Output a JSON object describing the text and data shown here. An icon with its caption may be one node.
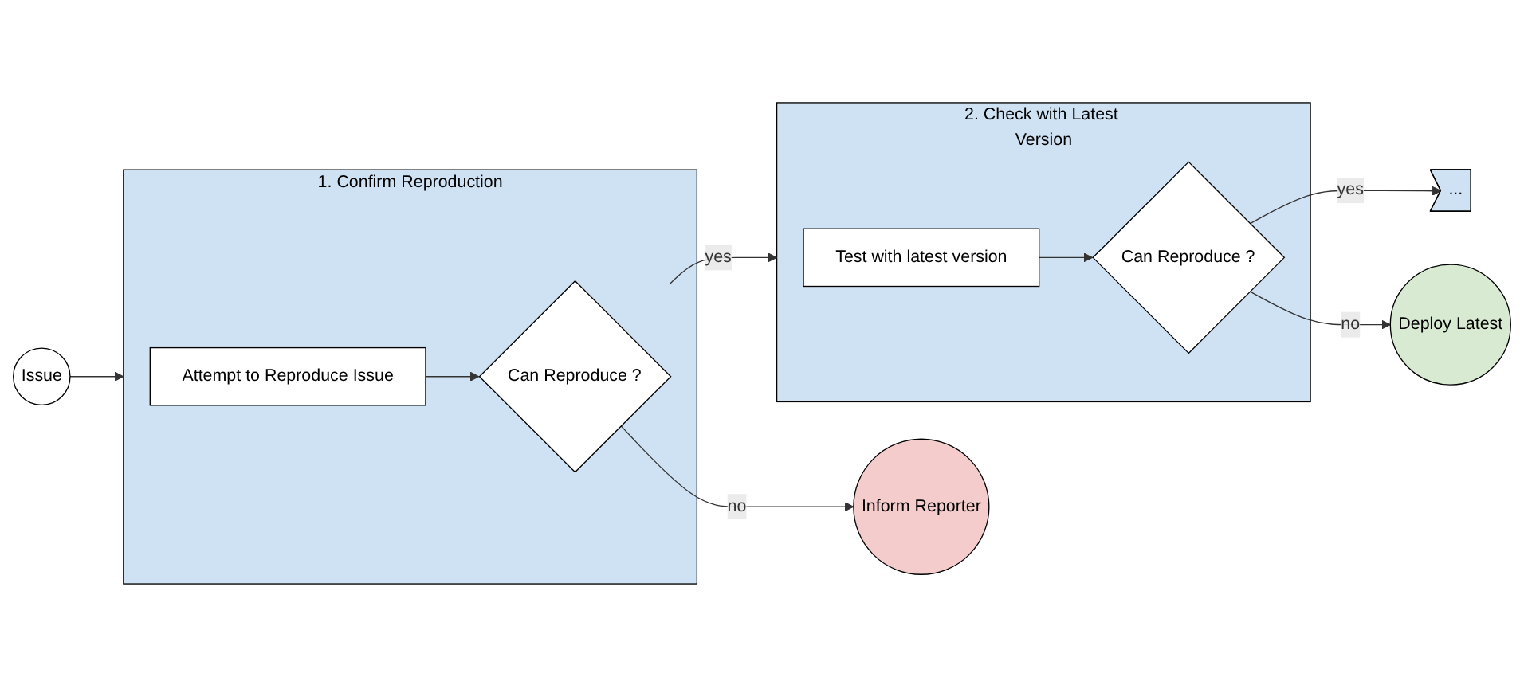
{
  "diagram": {
    "nodes": [
      {
        "text": [
          "Issue"
        ]
      },
      {
        "text": [
          "1. Confirm Reproduction"
        ]
      },
      {
        "text": [
          "Attempt to Reproduce Issue"
        ],
        "in": 1
      },
      {
        "text": [
          "Can Reproduce ?"
        ],
        "in": 1
      },
      {
        "text": [
          "2. Check with Latest Version"
        ]
      },
      {
        "text": [
          "Test with latest version"
        ],
        "in": 4
      },
      {
        "text": [
          "Can Reproduce ?"
        ],
        "in": 4
      },
      {
        "text": [
          "..."
        ]
      },
      {
        "text": [
          "Inform Reporter"
        ]
      },
      {
        "text": [
          "Deploy Latest"
        ]
      }
    ],
    "edges": [
      {
        "from": 0,
        "to": 1,
        "arrow": "to"
      },
      {
        "from": 2,
        "to": 3,
        "arrow": "to"
      },
      {
        "from": 3,
        "to": 4,
        "arrow": "to",
        "label": "yes"
      },
      {
        "from": 3,
        "to": 8,
        "arrow": "to",
        "label": "no"
      },
      {
        "from": 5,
        "to": 6,
        "arrow": "to"
      },
      {
        "from": 6,
        "to": 7,
        "arrow": "to",
        "label": "yes"
      },
      {
        "from": 6,
        "to": 9,
        "arrow": "to",
        "label": "no"
      }
    ]
  }
}
